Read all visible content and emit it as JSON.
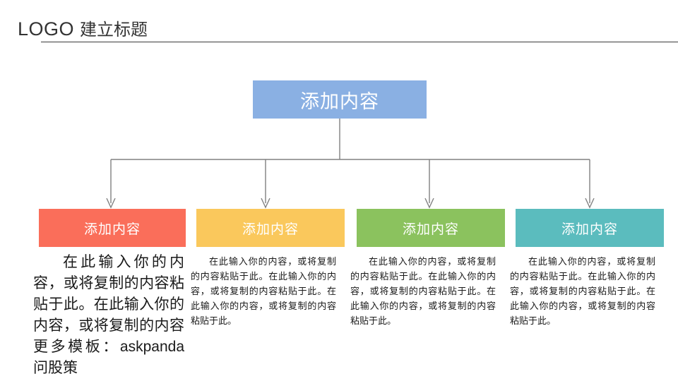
{
  "header": {
    "logo": "LOGO",
    "title": "建立标题"
  },
  "colors": {
    "root": "#8AB0E3",
    "node1": "#FA6E5A",
    "node2": "#FAC85C",
    "node3": "#8BC25E",
    "node4": "#5BBCBE",
    "connector": "#808080",
    "rule": "#3b3b3b",
    "text": "#1a1a1a"
  },
  "diagram": {
    "type": "org-chart",
    "root": {
      "label": "添加内容"
    },
    "children": [
      {
        "label": "添加内容",
        "body": "在此输入你的内容，或将复制的内容粘贴于此。在此输入你的内容，或将复制的内容更多模板：askpanda问股策"
      },
      {
        "label": "添加内容",
        "body": "在此输入你的内容，或将复制的内容粘贴于此。在此输入你的内容，或将复制的内容粘贴于此。在此输入你的内容，或将复制的内容粘贴于此。"
      },
      {
        "label": "添加内容",
        "body": "在此输入你的内容，或将复制的内容粘贴于此。在此输入你的内容，或将复制的内容粘贴于此。在此输入你的内容，或将复制的内容粘贴于此。"
      },
      {
        "label": "添加内容",
        "body": "在此输入你的内容，或将复制的内容粘贴于此。在此输入你的内容，或将复制的内容粘贴于此。在此输入你的内容，或将复制的内容粘贴于此。"
      }
    ]
  }
}
